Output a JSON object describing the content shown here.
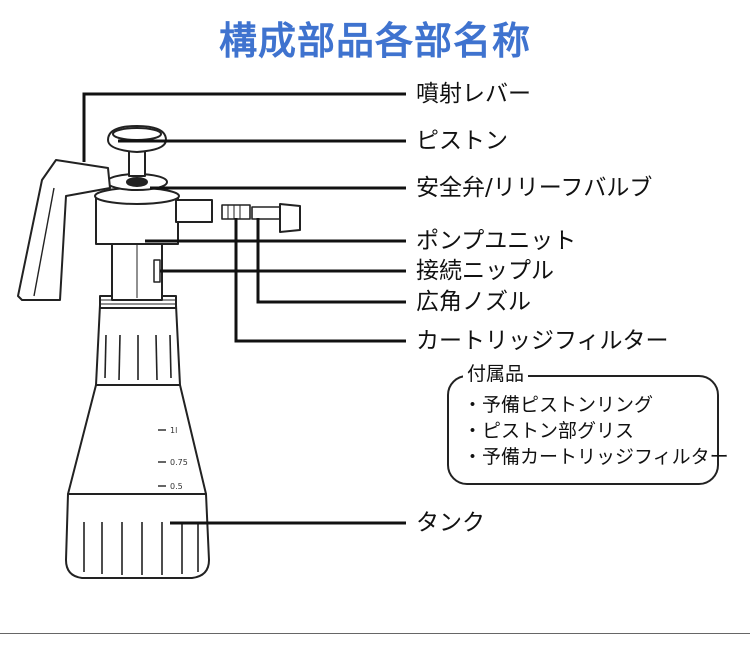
{
  "title": "構成部品各部名称",
  "parts": [
    "噴射レバー",
    "ピストン",
    "安全弁/リリーフバルブ",
    "ポンプユニット",
    "接続ニップル",
    "広角ノズル",
    "カートリッジフィルター",
    "タンク"
  ],
  "accessories": {
    "title": "付属品",
    "items": [
      "・予備ピストンリング",
      "・ピストン部グリス",
      "・予備カートリッジフィルター"
    ]
  },
  "tank_marks": [
    "1l",
    "0.75",
    "0.5"
  ]
}
